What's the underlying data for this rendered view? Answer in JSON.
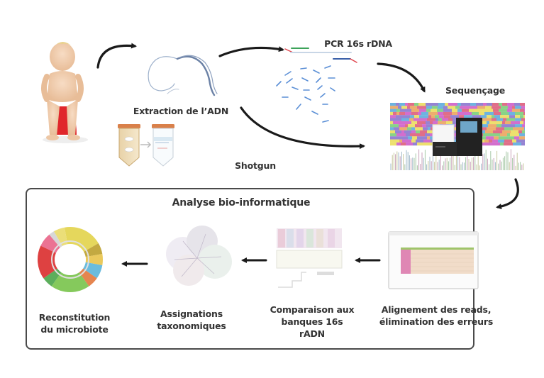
{
  "diagram": {
    "language": "fr",
    "top_row": {
      "step_child": {
        "icon": "child-on-potty-icon"
      },
      "step_extraction": {
        "label": "Extraction de l’ADN",
        "icons": [
          "dna-strand-icon",
          "extraction-tubes-icon"
        ]
      },
      "step_pcr": {
        "label": "PCR 16s rDNA",
        "icons": [
          "pcr-primers-icon",
          "amplicons-icon"
        ]
      },
      "step_sequencing": {
        "label": "Sequençage",
        "icons": [
          "sequence-reads-icon",
          "sequencer-machine-icon",
          "chromatogram-icon"
        ]
      },
      "shotgun_path": {
        "label": "Shotgun"
      }
    },
    "panel": {
      "title": "Analyse bio-informatique",
      "steps": [
        {
          "id": "alignment",
          "label_lines": [
            "Alignement des reads,",
            "élimination des erreurs"
          ],
          "icon": "alignment-software-icon"
        },
        {
          "id": "comparison",
          "label_lines": [
            "Comparaison aux",
            "banques 16s",
            "rADN"
          ],
          "icon": "database-comparison-icon"
        },
        {
          "id": "taxonomy",
          "label_lines": [
            "Assignations",
            "taxonomiques"
          ],
          "icon": "taxonomic-tree-icon"
        },
        {
          "id": "reconstruction",
          "label_lines": [
            "Reconstitution",
            "du microbiote"
          ],
          "icon": "circular-phylogeny-icon"
        }
      ]
    },
    "colors": {
      "arrow": "#1a1a1a",
      "text": "#333333",
      "panel_border": "#4a4a4a",
      "potty": "#e0262b",
      "tube_cap": "#d9804a",
      "amplicon": "#5b8fd6",
      "primer_forward": "#3da35a",
      "primer_reverse": "#3a5fa8",
      "primer_tail": "#e0424a"
    }
  }
}
